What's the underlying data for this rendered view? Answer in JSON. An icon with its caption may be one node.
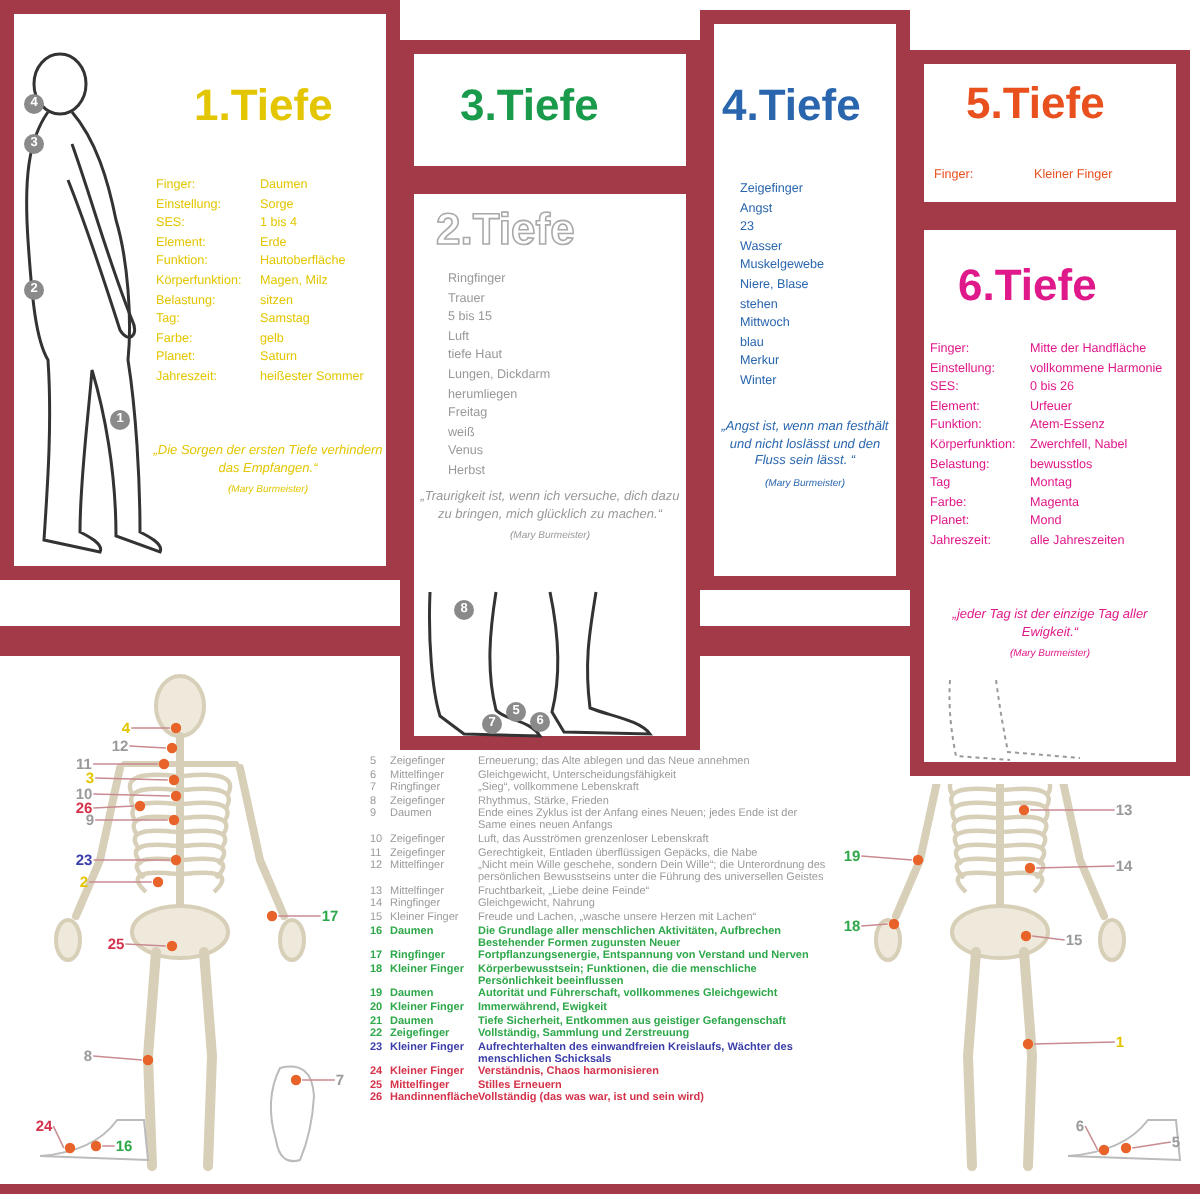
{
  "diagram": {
    "nodes": [
      {
        "text": [
          "1.Tiefe",
          "Finger:",
          "Daumen",
          "Einstellung:",
          "Sorge",
          "SES:",
          "1 bis 4",
          "Element:",
          "Erde",
          "Funktion:",
          "Hautoberfläche",
          "Körperfunktion:",
          "Magen, Milz",
          "Belastung:",
          "sitzen",
          "Tag:",
          "Samstag",
          "Farbe:",
          "gelb",
          "Planet:",
          "Saturn",
          "Jahreszeit:",
          "heißester Sommer",
          "„Die Sorgen der ersten Tiefe verhindern das Empfangen.“",
          "(Mary Burmeister)"
        ]
      },
      {
        "text": [
          "4"
        ],
        "in": 0
      },
      {
        "text": [
          "3"
        ],
        "in": 0
      },
      {
        "text": [
          "2"
        ],
        "in": 0
      },
      {
        "text": [
          "1"
        ],
        "in": 0
      },
      {
        "text": [
          "2.Tiefe",
          "Ringfinger",
          "Trauer",
          "5 bis 15",
          "Luft",
          "tiefe Haut",
          "Lungen, Dickdarm",
          "herumliegen",
          "Freitag",
          "weiß",
          "Venus",
          "Herbst",
          "„Traurigkeit ist, wenn ich versuche, dich dazu zu bringen, mich glücklich zu machen.“",
          "(Mary Burmeister)"
        ]
      },
      {
        "text": [
          "8"
        ],
        "in": 5
      },
      {
        "text": [
          "7"
        ],
        "in": 5
      },
      {
        "text": [
          "5"
        ],
        "in": 5
      },
      {
        "text": [
          "6"
        ],
        "in": 5
      },
      {
        "text": [
          "3.Tiefe"
        ]
      },
      {
        "text": [
          "4.Tiefe",
          "Zeigefinger",
          "Angst",
          "23",
          "Wasser",
          "Muskelgewebe",
          "Niere, Blase",
          "stehen",
          "Mittwoch",
          "blau",
          "Merkur",
          "Winter",
          "„Angst ist, wenn man festhält und nicht loslässt und den Fluss sein lässt. “",
          "(Mary Burmeister)"
        ]
      },
      {
        "text": [
          "5.Tiefe",
          "Finger:",
          "Kleiner Finger"
        ]
      },
      {
        "text": [
          "6.Tiefe",
          "Finger:",
          "Mitte der Handfläche",
          "Einstellung:",
          "vollkommene Harmonie",
          "SES:",
          "0 bis 26",
          "Element:",
          "Urfeuer",
          "Funktion:",
          "Atem-Essenz",
          "Körperfunktion:",
          "Zwerchfell, Nabel",
          "Belastung:",
          "bewusstlos",
          "Tag",
          "Montag",
          "Farbe:",
          "Magenta",
          "Planet:",
          "Mond",
          "Jahreszeit:",
          "alle Jahreszeiten",
          "„jeder Tag ist der einzige Tag aller Ewigkeit.“",
          "(Mary Burmeister)"
        ]
      },
      {
        "text": [
          "4"
        ]
      },
      {
        "text": [
          "12"
        ]
      },
      {
        "text": [
          "11"
        ]
      },
      {
        "text": [
          "3"
        ]
      },
      {
        "text": [
          "10"
        ]
      },
      {
        "text": [
          "26"
        ]
      },
      {
        "text": [
          "9"
        ]
      },
      {
        "text": [
          "23"
        ]
      },
      {
        "text": [
          "2"
        ]
      },
      {
        "text": [
          "17"
        ]
      },
      {
        "text": [
          "25"
        ]
      },
      {
        "text": [
          "8"
        ]
      },
      {
        "text": [
          "7"
        ]
      },
      {
        "text": [
          "24"
        ]
      },
      {
        "text": [
          "16"
        ]
      },
      {
        "text": [
          "13"
        ]
      },
      {
        "text": [
          "19"
        ]
      },
      {
        "text": [
          "14"
        ]
      },
      {
        "text": [
          "18"
        ]
      },
      {
        "text": [
          "15"
        ]
      },
      {
        "text": [
          "1"
        ]
      },
      {
        "text": [
          "6"
        ]
      },
      {
        "text": [
          "5"
        ]
      },
      {
        "text": [],
        "shape": "circle"
      },
      {
        "text": [],
        "shape": "circle"
      },
      {
        "text": [],
        "shape": "circle"
      },
      {
        "text": [],
        "shape": "circle"
      },
      {
        "text": [],
        "shape": "circle"
      },
      {
        "text": [],
        "shape": "circle"
      },
      {
        "text": [],
        "shape": "circle"
      },
      {
        "text": [],
        "shape": "circle"
      },
      {
        "text": [],
        "shape": "circle"
      },
      {
        "text": [],
        "shape": "circle"
      },
      {
        "text": [],
        "shape": "circle"
      },
      {
        "text": [],
        "shape": "circle"
      },
      {
        "text": [],
        "shape": "circle"
      },
      {
        "text": [],
        "shape": "circle"
      },
      {
        "text": [],
        "shape": "circle"
      },
      {
        "text": [],
        "shape": "circle"
      },
      {
        "text": [],
        "shape": "circle"
      },
      {
        "text": [],
        "shape": "circle"
      },
      {
        "text": [],
        "shape": "circle"
      },
      {
        "text": [],
        "shape": "circle"
      },
      {
        "text": [],
        "shape": "circle"
      },
      {
        "text": [],
        "shape": "circle"
      },
      {
        "text": [],
        "shape": "circle"
      }
    ],
    "edges": [
      {
        "from": 14,
        "to": 37,
        "arrow": "none"
      },
      {
        "from": 15,
        "to": 38,
        "arrow": "none"
      },
      {
        "from": 16,
        "to": 39,
        "arrow": "none"
      },
      {
        "from": 17,
        "to": 40,
        "arrow": "none"
      },
      {
        "from": 18,
        "to": 41,
        "arrow": "none"
      },
      {
        "from": 19,
        "to": 42,
        "arrow": "none"
      },
      {
        "from": 20,
        "to": 43,
        "arrow": "none"
      },
      {
        "from": 21,
        "to": 44,
        "arrow": "none"
      },
      {
        "from": 22,
        "to": 45,
        "arrow": "none"
      },
      {
        "from": 23,
        "to": 46,
        "arrow": "none"
      },
      {
        "from": 24,
        "to": 47,
        "arrow": "none"
      },
      {
        "from": 25,
        "to": 48,
        "arrow": "none"
      },
      {
        "from": 26,
        "to": 49,
        "arrow": "none"
      },
      {
        "from": 27,
        "to": 50,
        "arrow": "none"
      },
      {
        "from": 28,
        "to": 51,
        "arrow": "none"
      },
      {
        "from": 29,
        "to": 52,
        "arrow": "none"
      },
      {
        "from": 30,
        "to": 53,
        "arrow": "none"
      },
      {
        "from": 31,
        "to": 54,
        "arrow": "none"
      },
      {
        "from": 32,
        "to": 55,
        "arrow": "none"
      },
      {
        "from": 33,
        "to": 56,
        "arrow": "none"
      },
      {
        "from": 34,
        "to": 57,
        "arrow": "none"
      },
      {
        "from": 35,
        "to": 58,
        "arrow": "none"
      },
      {
        "from": 36,
        "to": 59,
        "arrow": "none"
      }
    ],
    "labels": [
      "5",
      "Zeigefinger",
      "Erneuerung; das Alte ablegen und das Neue annehmen",
      "6",
      "Mittelfinger",
      "Gleichgewicht, Unterscheidungsfähigkeit",
      "7",
      "Ringfinger",
      "„Sieg“, vollkommene Lebenskraft",
      "8",
      "Zeigefinger",
      "Rhythmus, Stärke, Frieden",
      "9",
      "Daumen",
      "Ende eines Zyklus ist der Anfang eines Neuen; jedes Ende ist der Same eines neuen Anfangs",
      "10",
      "Zeigefinger",
      "Luft, das Ausströmen grenzenloser Lebenskraft",
      "11",
      "Zeigefinger",
      "Gerechtigkeit, Entladen überflüssigen Gepäcks, die Nabe",
      "12",
      "Mittelfinger",
      "„Nicht mein Wille geschehe, sondern Dein Wille“; die Unterordnung des persönlichen Bewusstseins unter die Führung des universellen Geistes",
      "13",
      "Mittelfinger",
      "Fruchtbarkeit, „Liebe deine Feinde“",
      "14",
      "Ringfinger",
      "Gleichgewicht, Nahrung",
      "15",
      "Kleiner Finger",
      "Freude und Lachen, „wasche unsere Herzen mit Lachen“",
      "16",
      "Daumen",
      "Die Grundlage aller menschlichen Aktivitäten, Aufbrechen Bestehender Formen zugunsten Neuer",
      "17",
      "Ringfinger",
      "Fortpflanzungsenergie, Entspannung von Verstand und Nerven",
      "18",
      "Kleiner Finger",
      "Körperbewusstsein; Funktionen, die die menschliche Persönlichkeit beeinflussen",
      "19",
      "Daumen",
      "Autorität und Führerschaft, vollkommenes Gleichgewicht",
      "20",
      "Kleiner Finger",
      "Immerwährend, Ewigkeit",
      "21",
      "Daumen",
      "Tiefe Sicherheit, Entkommen aus geistiger Gefangenschaft",
      "22",
      "Zeigefinger",
      "Vollständig, Sammlung und Zerstreuung",
      "23",
      "Kleiner Finger",
      "Aufrechterhalten des einwandfreien Kreislaufs, Wächter des menschlichen Schicksals",
      "24",
      "Kleiner Finger",
      "Verständnis, Chaos harmonisieren",
      "25",
      "Mittelfinger",
      "Stilles Erneuern",
      "26",
      "Handinnenfläche",
      "Vollständig (das was war, ist und sein wird)"
    ]
  }
}
